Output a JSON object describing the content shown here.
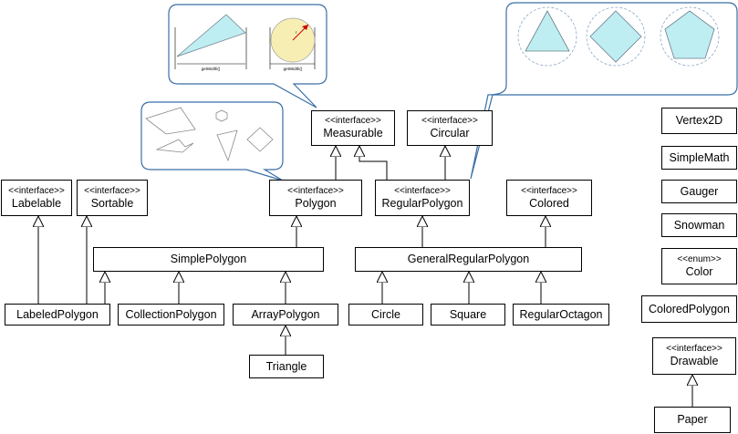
{
  "diagram": {
    "nodes": {
      "measurable": {
        "stereotype": "<<interface>>",
        "name": "Measurable"
      },
      "circular": {
        "stereotype": "<<interface>>",
        "name": "Circular"
      },
      "labelable": {
        "stereotype": "<<interface>>",
        "name": "Labelable"
      },
      "sortable": {
        "stereotype": "<<interface>>",
        "name": "Sortable"
      },
      "polygon": {
        "stereotype": "<<interface>>",
        "name": "Polygon"
      },
      "regularpolygon": {
        "stereotype": "<<interface>>",
        "name": "RegularPolygon"
      },
      "colored": {
        "stereotype": "<<interface>>",
        "name": "Colored"
      },
      "simplepolygon": {
        "name": "SimplePolygon"
      },
      "generalregularpolygon": {
        "name": "GeneralRegularPolygon"
      },
      "labeledpolygon": {
        "name": "LabeledPolygon"
      },
      "collectionpolygon": {
        "name": "CollectionPolygon"
      },
      "arraypolygon": {
        "name": "ArrayPolygon"
      },
      "circle": {
        "name": "Circle"
      },
      "square": {
        "name": "Square"
      },
      "regularoctagon": {
        "name": "RegularOctagon"
      },
      "triangle": {
        "name": "Triangle"
      },
      "vertex2d": {
        "name": "Vertex2D"
      },
      "simplemath": {
        "name": "SimpleMath"
      },
      "gauger": {
        "name": "Gauger"
      },
      "snowman": {
        "name": "Snowman"
      },
      "color": {
        "stereotype": "<<enum>>",
        "name": "Color"
      },
      "coloredpolygon": {
        "name": "ColoredPolygon"
      },
      "drawable": {
        "stereotype": "<<interface>>",
        "name": "Drawable"
      },
      "paper": {
        "name": "Paper"
      }
    },
    "callouts": {
      "measure": {
        "width_label_1": "getWidth()",
        "width_label_2": "getWidth()",
        "radius_label": "r"
      }
    },
    "colors": {
      "shape_fill": "#bfeef2",
      "circle_fill": "#f7eeb4",
      "callout_stroke": "#3a6fa8",
      "arrow": "#cc0000"
    }
  }
}
